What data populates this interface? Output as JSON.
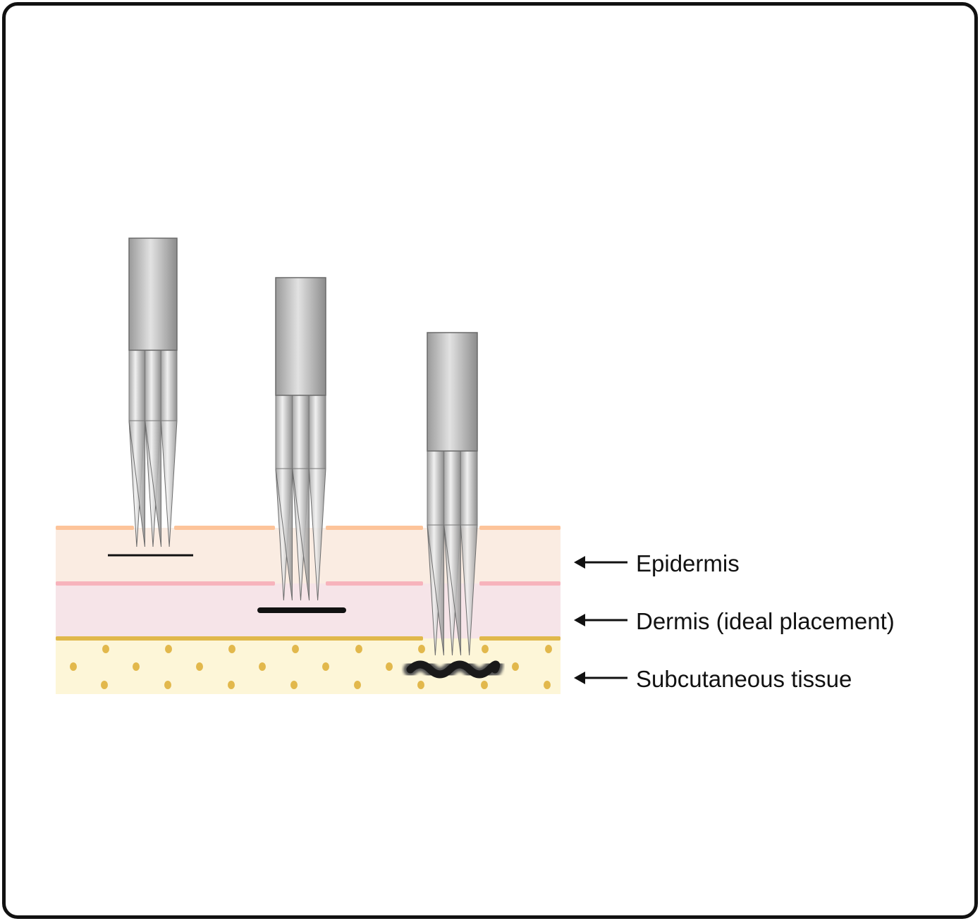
{
  "labels": {
    "epidermis": "Epidermis",
    "dermis": "Dermis (ideal placement)",
    "subcutaneous": "Subcutaneous tissue"
  },
  "colors": {
    "epidermis_line": "#fdc49a",
    "epidermis_fill": "#faece2",
    "dermis_line": "#f7b3bc",
    "dermis_fill": "#f6e4e8",
    "subcutaneous_line": "#e0b84a",
    "subcutaneous_fill": "#fdf6d8",
    "fat_dot": "#e2b84c",
    "ink": "#111111"
  }
}
